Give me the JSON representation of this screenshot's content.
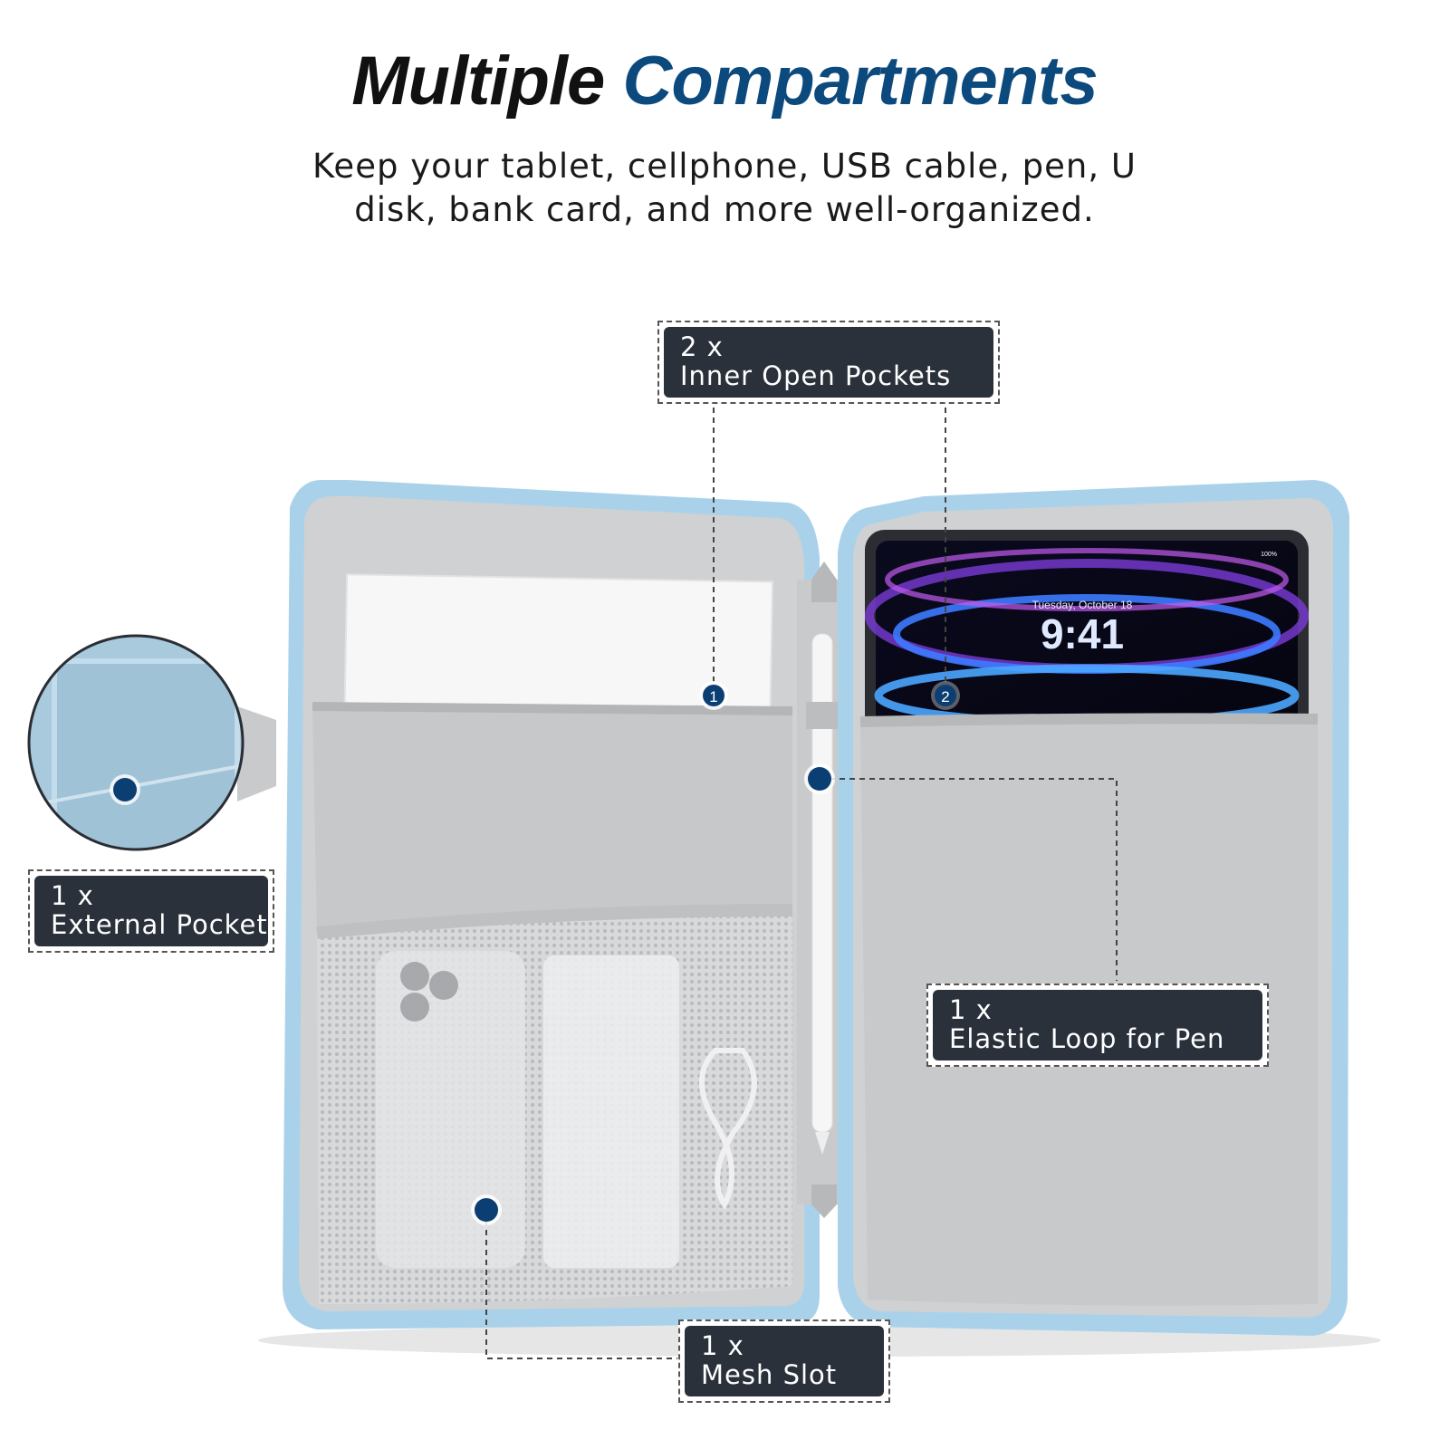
{
  "header": {
    "title_part1": "Multiple",
    "title_part2": "Compartments",
    "subtitle_line1": "Keep your tablet, cellphone, USB cable, pen, U",
    "subtitle_line2": "disk, bank card, and more well-organized."
  },
  "callouts": {
    "inner_pockets": {
      "count": "2 x",
      "label": "Inner Open Pockets"
    },
    "external_pocket": {
      "count": "1 x",
      "label": "External Pocket"
    },
    "elastic_loop": {
      "count": "1 x",
      "label": "Elastic Loop for Pen"
    },
    "mesh_slot": {
      "count": "1 x",
      "label": "Mesh Slot"
    }
  },
  "markers": {
    "marker_1": "1",
    "marker_2": "2"
  },
  "tablet_screen": {
    "date": "Tuesday, October 18",
    "time": "9:41",
    "battery": "100%"
  },
  "colors": {
    "title_blue": "#0c4a7e",
    "case_trim": "#a9d2ea",
    "lining": "#d4d5d7",
    "callout_bg": "#2a313b",
    "marker_dot": "#0b3f73"
  }
}
